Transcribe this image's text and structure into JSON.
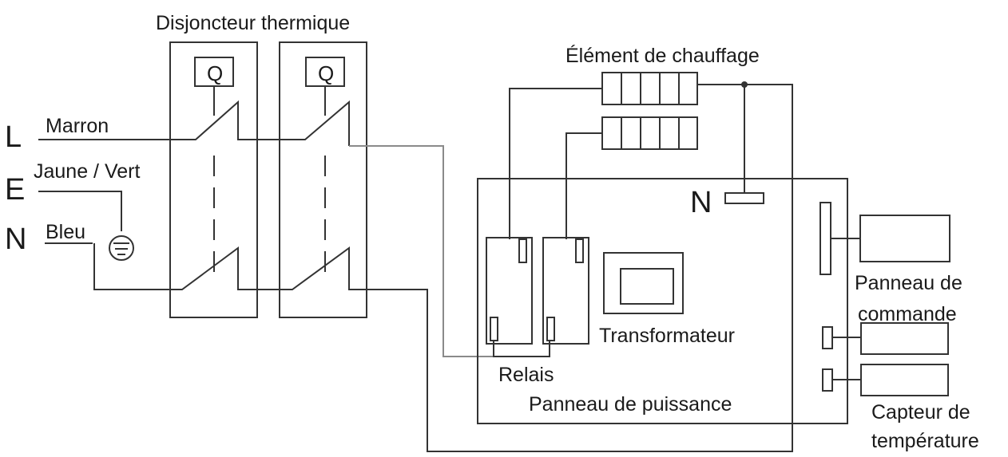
{
  "labels": {
    "breaker_title": "Disjoncteur thermique",
    "heating_title": "Élément de chauffage",
    "line_letter": "L",
    "earth_letter": "E",
    "neutral_letter": "N",
    "brown": "Marron",
    "yellow_green": "Jaune / Vert",
    "blue": "Bleu",
    "q_symbol": "Q",
    "neutral_terminal": "N",
    "transformer": "Transformateur",
    "relay": "Relais",
    "power_board": "Panneau de puissance",
    "control_panel_1": "Panneau de",
    "control_panel_2": "commande",
    "temp_sensor_1": "Capteur de",
    "temp_sensor_2": "température"
  },
  "colors": {
    "wire": "#333333",
    "wire_light": "#8a8a8a",
    "background": "#ffffff"
  }
}
